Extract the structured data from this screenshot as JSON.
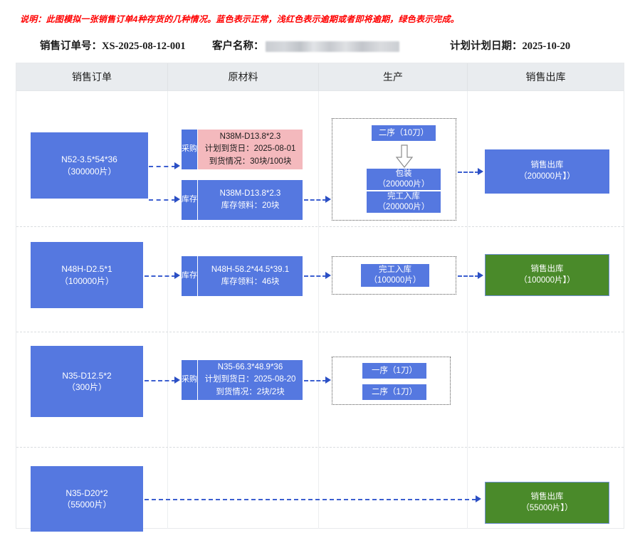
{
  "note": "说明：此图模拟一张销售订单4种存货的几种情况。蓝色表示正常，浅红色表示逾期或者即将逾期，绿色表示完成。",
  "meta": {
    "order_no_label": "销售订单号：XS-2025-08-12-001",
    "customer_label": "客户名称：",
    "customer_value_redacted": "",
    "plan_date_label": "计划计划日期：2025-10-20"
  },
  "colors": {
    "blue": "#5578e0",
    "pink": "#f4b9bd",
    "green": "#4a8a2a",
    "arrow": "#2b4fc4",
    "header_bg": "#e9ecef",
    "note_red": "#ff0000"
  },
  "columns": [
    {
      "key": "order",
      "label": "销售订单"
    },
    {
      "key": "material",
      "label": "原材料"
    },
    {
      "key": "production",
      "label": "生产"
    },
    {
      "key": "outbound",
      "label": "销售出库"
    }
  ],
  "rows": [
    {
      "order": {
        "line1": "N52-3.5*54*36",
        "line2": "（300000片）",
        "color": "blue"
      },
      "materials": [
        {
          "tab": "采购",
          "line1": "N38M-D13.8*2.3",
          "line2": "计划到货日：2025-08-01",
          "line3": "到货情况：30块/100块",
          "color": "pink"
        },
        {
          "tab": "库存",
          "line1": "N38M-D13.8*2.3",
          "line2": "库存领料：20块",
          "color": "blue"
        }
      ],
      "production": [
        {
          "line1": "二序（10刀）",
          "color": "blue"
        },
        {
          "line1": "包装",
          "line2": "（200000片）",
          "color": "blue"
        },
        {
          "line1": "完工入库",
          "line2": "（200000片）",
          "color": "blue"
        }
      ],
      "production_arrow": "down-arrow",
      "outbound": {
        "line1": "销售出库",
        "line2": "（200000片】）",
        "color": "blue"
      }
    },
    {
      "order": {
        "line1": "N48H-D2.5*1",
        "line2": "（100000片）",
        "color": "blue"
      },
      "materials": [
        {
          "tab": "库存",
          "line1": "N48H-58.2*44.5*39.1",
          "line2": "库存领料：46块",
          "color": "blue"
        }
      ],
      "production": [
        {
          "line1": "完工入库",
          "line2": "（100000片）",
          "color": "blue"
        }
      ],
      "outbound": {
        "line1": "销售出库",
        "line2": "（100000片】）",
        "color": "green"
      }
    },
    {
      "order": {
        "line1": "N35-D12.5*2",
        "line2": "（300片）",
        "color": "blue"
      },
      "materials": [
        {
          "tab": "采购",
          "line1": "N35-66.3*48.9*36",
          "line2": "计划到货日：2025-08-20",
          "line3": "到货情况：2块/2块",
          "color": "blue"
        }
      ],
      "production": [
        {
          "line1": "一序（1刀）",
          "color": "blue"
        },
        {
          "line1": "二序（1刀）",
          "color": "blue"
        }
      ],
      "outbound": null
    },
    {
      "order": {
        "line1": "N35-D20*2",
        "line2": "（55000片）",
        "color": "blue"
      },
      "materials": [],
      "production": [],
      "outbound": {
        "line1": "销售出库",
        "line2": "（55000片】）",
        "color": "green"
      }
    }
  ]
}
